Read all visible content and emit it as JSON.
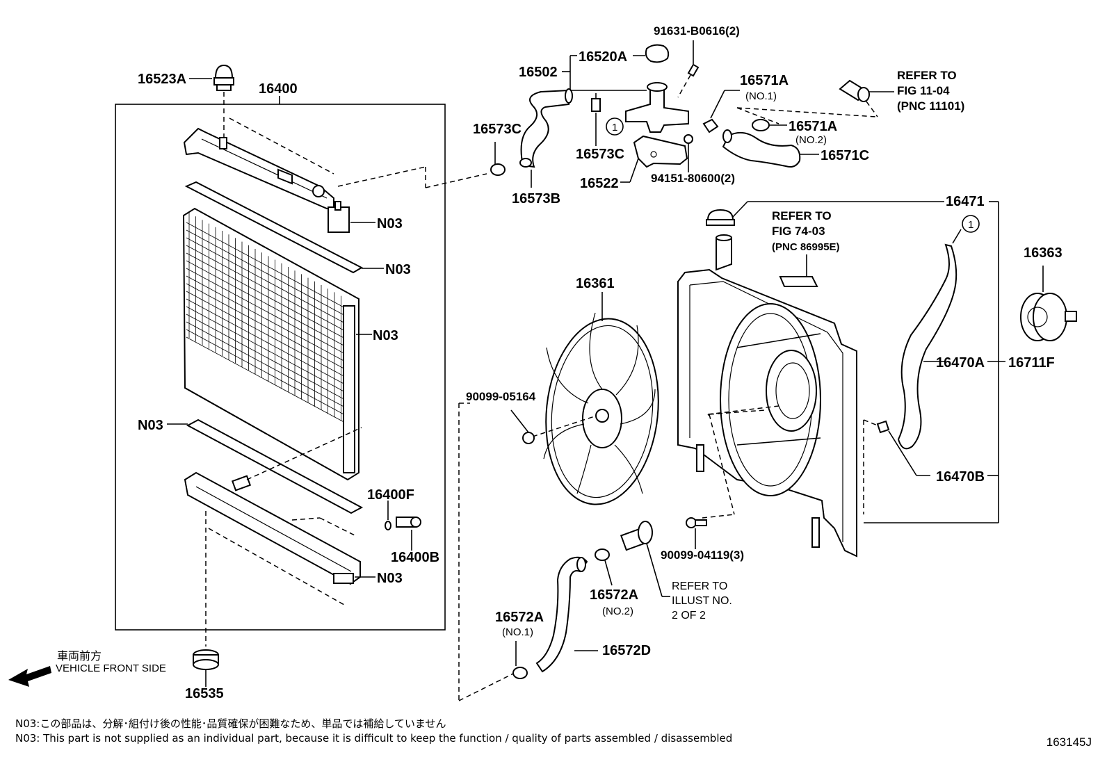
{
  "diagram_id": "163145J",
  "front_label_jp": "車両前方",
  "front_label_en": "VEHICLE FRONT SIDE",
  "notes": [
    "N03:この部品は、分解･組付け後の性能･品質確保が困難なため、単品では補給していません",
    "N03: This part is not supplied as an individual part, because it is difficult to keep the function / quality of parts assembled / disassembled"
  ],
  "labels": {
    "p16523A": "16523A",
    "p16400": "16400",
    "p16502": "16502",
    "p16520A": "16520A",
    "p91631": "91631-B0616(2)",
    "p16571A_1": "16571A",
    "no1_a": "(NO.1)",
    "p16571A_2": "16571A",
    "no2_a": "(NO.2)",
    "p16571C": "16571C",
    "refer1_a": "REFER TO",
    "refer1_b": "FIG 11-04",
    "refer1_c": "(PNC 11101)",
    "p16573C_1": "16573C",
    "p16573C_2": "16573C",
    "p16573B": "16573B",
    "p16522": "16522",
    "p94151": "94151-80600(2)",
    "p16471": "16471",
    "refer2_a": "REFER TO",
    "refer2_b": "FIG 74-03",
    "refer2_c": "(PNC 86995E)",
    "p16363": "16363",
    "p16361": "16361",
    "p16470A": "16470A",
    "p16711F": "16711F",
    "p16470B": "16470B",
    "p90099_05164": "90099-05164",
    "p90099_04119": "90099-04119(3)",
    "refer3_a": "REFER TO",
    "refer3_b": "ILLUST NO.",
    "refer3_c": "2 OF 2",
    "p16572A_2": "16572A",
    "no2_b": "(NO.2)",
    "p16572A_1": "16572A",
    "no1_b": "(NO.1)",
    "p16572D": "16572D",
    "p16400F": "16400F",
    "p16400B": "16400B",
    "p16535": "16535",
    "n03_1": "N03",
    "n03_2": "N03",
    "n03_3": "N03",
    "n03_4": "N03",
    "n03_5": "N03",
    "circle1_a": "1",
    "circle1_b": "1"
  }
}
